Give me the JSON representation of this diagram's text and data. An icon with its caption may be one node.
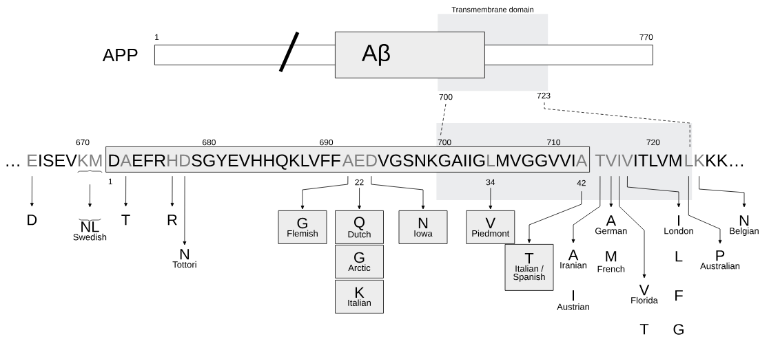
{
  "diagram": {
    "nodes": [
      {
        "text": [
          "APP"
        ],
        "beside": [
          "1",
          "770"
        ]
      },
      {
        "text": [
          "Aβ"
        ]
      },
      {
        "text": [
          "Transmembrane domain"
        ],
        "beside": [
          "700",
          "723"
        ]
      },
      {
        "text": [
          "E"
        ]
      },
      {
        "text": [
          "KM"
        ]
      },
      {
        "text": [
          "D",
          "EFR",
          "SGYEVHHQKLVFF",
          "VGSNKGAIIG",
          "MVGGVVI"
        ]
      },
      {
        "text": [
          "A"
        ],
        "in": 5
      },
      {
        "text": [
          "H"
        ],
        "in": 5
      },
      {
        "text": [
          "D"
        ],
        "in": 5
      },
      {
        "text": [
          "A"
        ],
        "in": 5
      },
      {
        "text": [
          "E"
        ],
        "in": 5
      },
      {
        "text": [
          "D"
        ],
        "in": 5
      },
      {
        "text": [
          "L"
        ],
        "in": 5
      },
      {
        "text": [
          "A"
        ],
        "in": 5
      },
      {
        "text": [
          "T"
        ]
      },
      {
        "text": [
          "V"
        ]
      },
      {
        "text": [
          "I"
        ]
      },
      {
        "text": [
          "V"
        ]
      },
      {
        "text": [
          "L"
        ]
      },
      {
        "text": [
          "K"
        ]
      },
      {
        "text": [
          "D"
        ]
      },
      {
        "text": [
          "NL",
          "Swedish"
        ]
      },
      {
        "text": [
          "T"
        ]
      },
      {
        "text": [
          "R"
        ]
      },
      {
        "text": [
          "N",
          "Tottori"
        ]
      },
      {
        "text": [
          "G",
          "Flemish"
        ]
      },
      {
        "text": [
          "Q",
          "Dutch"
        ]
      },
      {
        "text": [
          "G",
          "Arctic"
        ]
      },
      {
        "text": [
          "K",
          "Italian"
        ]
      },
      {
        "text": [
          "N",
          "Iowa"
        ]
      },
      {
        "text": [
          "V",
          "Piedmont"
        ]
      },
      {
        "text": [
          "T",
          "Italian / Spanish"
        ]
      },
      {
        "text": [
          "A",
          "Iranian"
        ]
      },
      {
        "text": [
          "A",
          "German"
        ]
      },
      {
        "text": [
          "V",
          "Florida"
        ]
      },
      {
        "text": [
          "I",
          "London"
        ]
      },
      {
        "text": [
          "P",
          "Australian"
        ]
      },
      {
        "text": [
          "N",
          "Belgian"
        ]
      }
    ],
    "edges": [
      {
        "from": 3,
        "to": 20,
        "arrow": "to"
      },
      {
        "from": 4,
        "to": 21,
        "arrow": "to"
      },
      {
        "from": 6,
        "to": 22,
        "arrow": "to"
      },
      {
        "from": 7,
        "to": 23,
        "arrow": "to"
      },
      {
        "from": 8,
        "to": 24,
        "arrow": "to"
      },
      {
        "from": 9,
        "to": 25,
        "arrow": "to"
      },
      {
        "from": 10,
        "to": 26,
        "arrow": "to"
      },
      {
        "from": 11,
        "to": 29,
        "arrow": "to"
      },
      {
        "from": 12,
        "to": 30,
        "arrow": "to"
      },
      {
        "from": 13,
        "to": 31,
        "arrow": "to"
      },
      {
        "from": 14,
        "to": 32,
        "arrow": "to"
      },
      {
        "from": 15,
        "to": 33,
        "arrow": "to"
      },
      {
        "from": 16,
        "to": 34,
        "arrow": "to"
      },
      {
        "from": 17,
        "to": 35,
        "arrow": "to"
      },
      {
        "from": 18,
        "to": 36,
        "arrow": "to"
      },
      {
        "from": 19,
        "to": 37,
        "arrow": "to"
      }
    ],
    "labels": [
      "670",
      "680",
      "690",
      "700",
      "710",
      "720",
      "…",
      "ISEV",
      "ITLVM",
      "KK…",
      "1",
      "22",
      "34",
      "42",
      "M",
      "French",
      "L",
      "I",
      "Austrian",
      "F",
      "T",
      "G"
    ]
  }
}
